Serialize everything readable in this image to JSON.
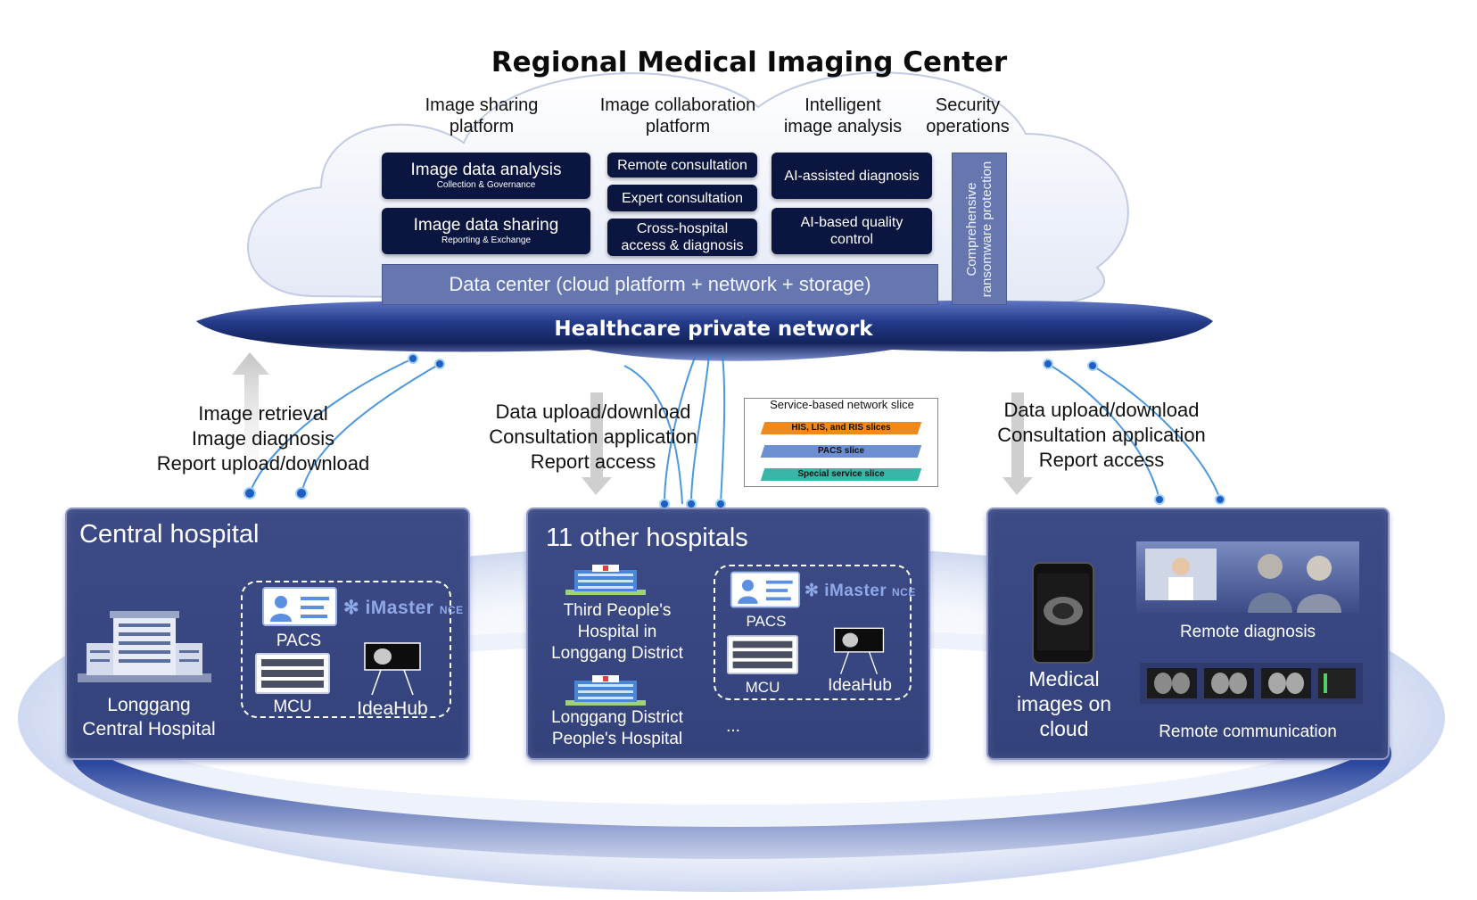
{
  "title": "Regional Medical Imaging Center",
  "columns": {
    "sharing": [
      "Image sharing",
      "platform"
    ],
    "collab": [
      "Image collaboration",
      "platform"
    ],
    "intelligent": [
      "Intelligent",
      "image analysis"
    ],
    "security": [
      "Security",
      "operations"
    ]
  },
  "sharing_boxes": [
    {
      "main": "Image data analysis",
      "sub": "Collection & Governance"
    },
    {
      "main": "Image data sharing",
      "sub": "Reporting & Exchange"
    }
  ],
  "collab_boxes": [
    [
      "Remote consultation"
    ],
    [
      "Expert consultation"
    ],
    [
      "Cross-hospital",
      "access & diagnosis"
    ]
  ],
  "ai_boxes": [
    [
      "AI-assisted diagnosis"
    ],
    [
      "AI-based quality",
      "control"
    ]
  ],
  "security_box": "Comprehensive ransomware protection",
  "data_center": "Data center (cloud platform + network + storage)",
  "network": "Healthcare private network",
  "flows": {
    "left": [
      "Image retrieval",
      "Image diagnosis",
      "Report upload/download"
    ],
    "middle": [
      "Data upload/download",
      "Consultation application",
      "Report access"
    ],
    "right": [
      "Data upload/download",
      "Consultation application",
      "Report access"
    ]
  },
  "slice": {
    "title": "Service-based network slice",
    "items": [
      {
        "label": "HIS, LIS, and RIS slices",
        "color": "#f08a1c"
      },
      {
        "label": "PACS slice",
        "color": "#5e86c8"
      },
      {
        "label": "Special service slice",
        "color": "#35b5a6"
      }
    ]
  },
  "panels": {
    "central": {
      "title": "Central hospital",
      "hospital": [
        "Longgang",
        "Central Hospital"
      ],
      "pacs": "PACS",
      "mcu": "MCU",
      "ideahub": "IdeaHub",
      "imaster": "iMaster",
      "imaster_suffix": "NCE"
    },
    "other": {
      "title": "11 other hospitals",
      "hospital1": [
        "Third People's",
        "Hospital in",
        "Longgang District"
      ],
      "hospital2": [
        "Longgang District",
        "People's Hospital"
      ],
      "ellipsis": "...",
      "pacs": "PACS",
      "mcu": "MCU",
      "ideahub": "IdeaHub",
      "imaster": "iMaster",
      "imaster_suffix": "NCE"
    },
    "remote": {
      "cloud": [
        "Medical",
        "images on",
        "cloud"
      ],
      "diagnosis": "Remote diagnosis",
      "communication": "Remote communication"
    }
  },
  "colors": {
    "dark_box": "#0b1640",
    "panel": "#3c4a86",
    "data_center": "#6677b0",
    "network_band": "#1c2d6b"
  }
}
